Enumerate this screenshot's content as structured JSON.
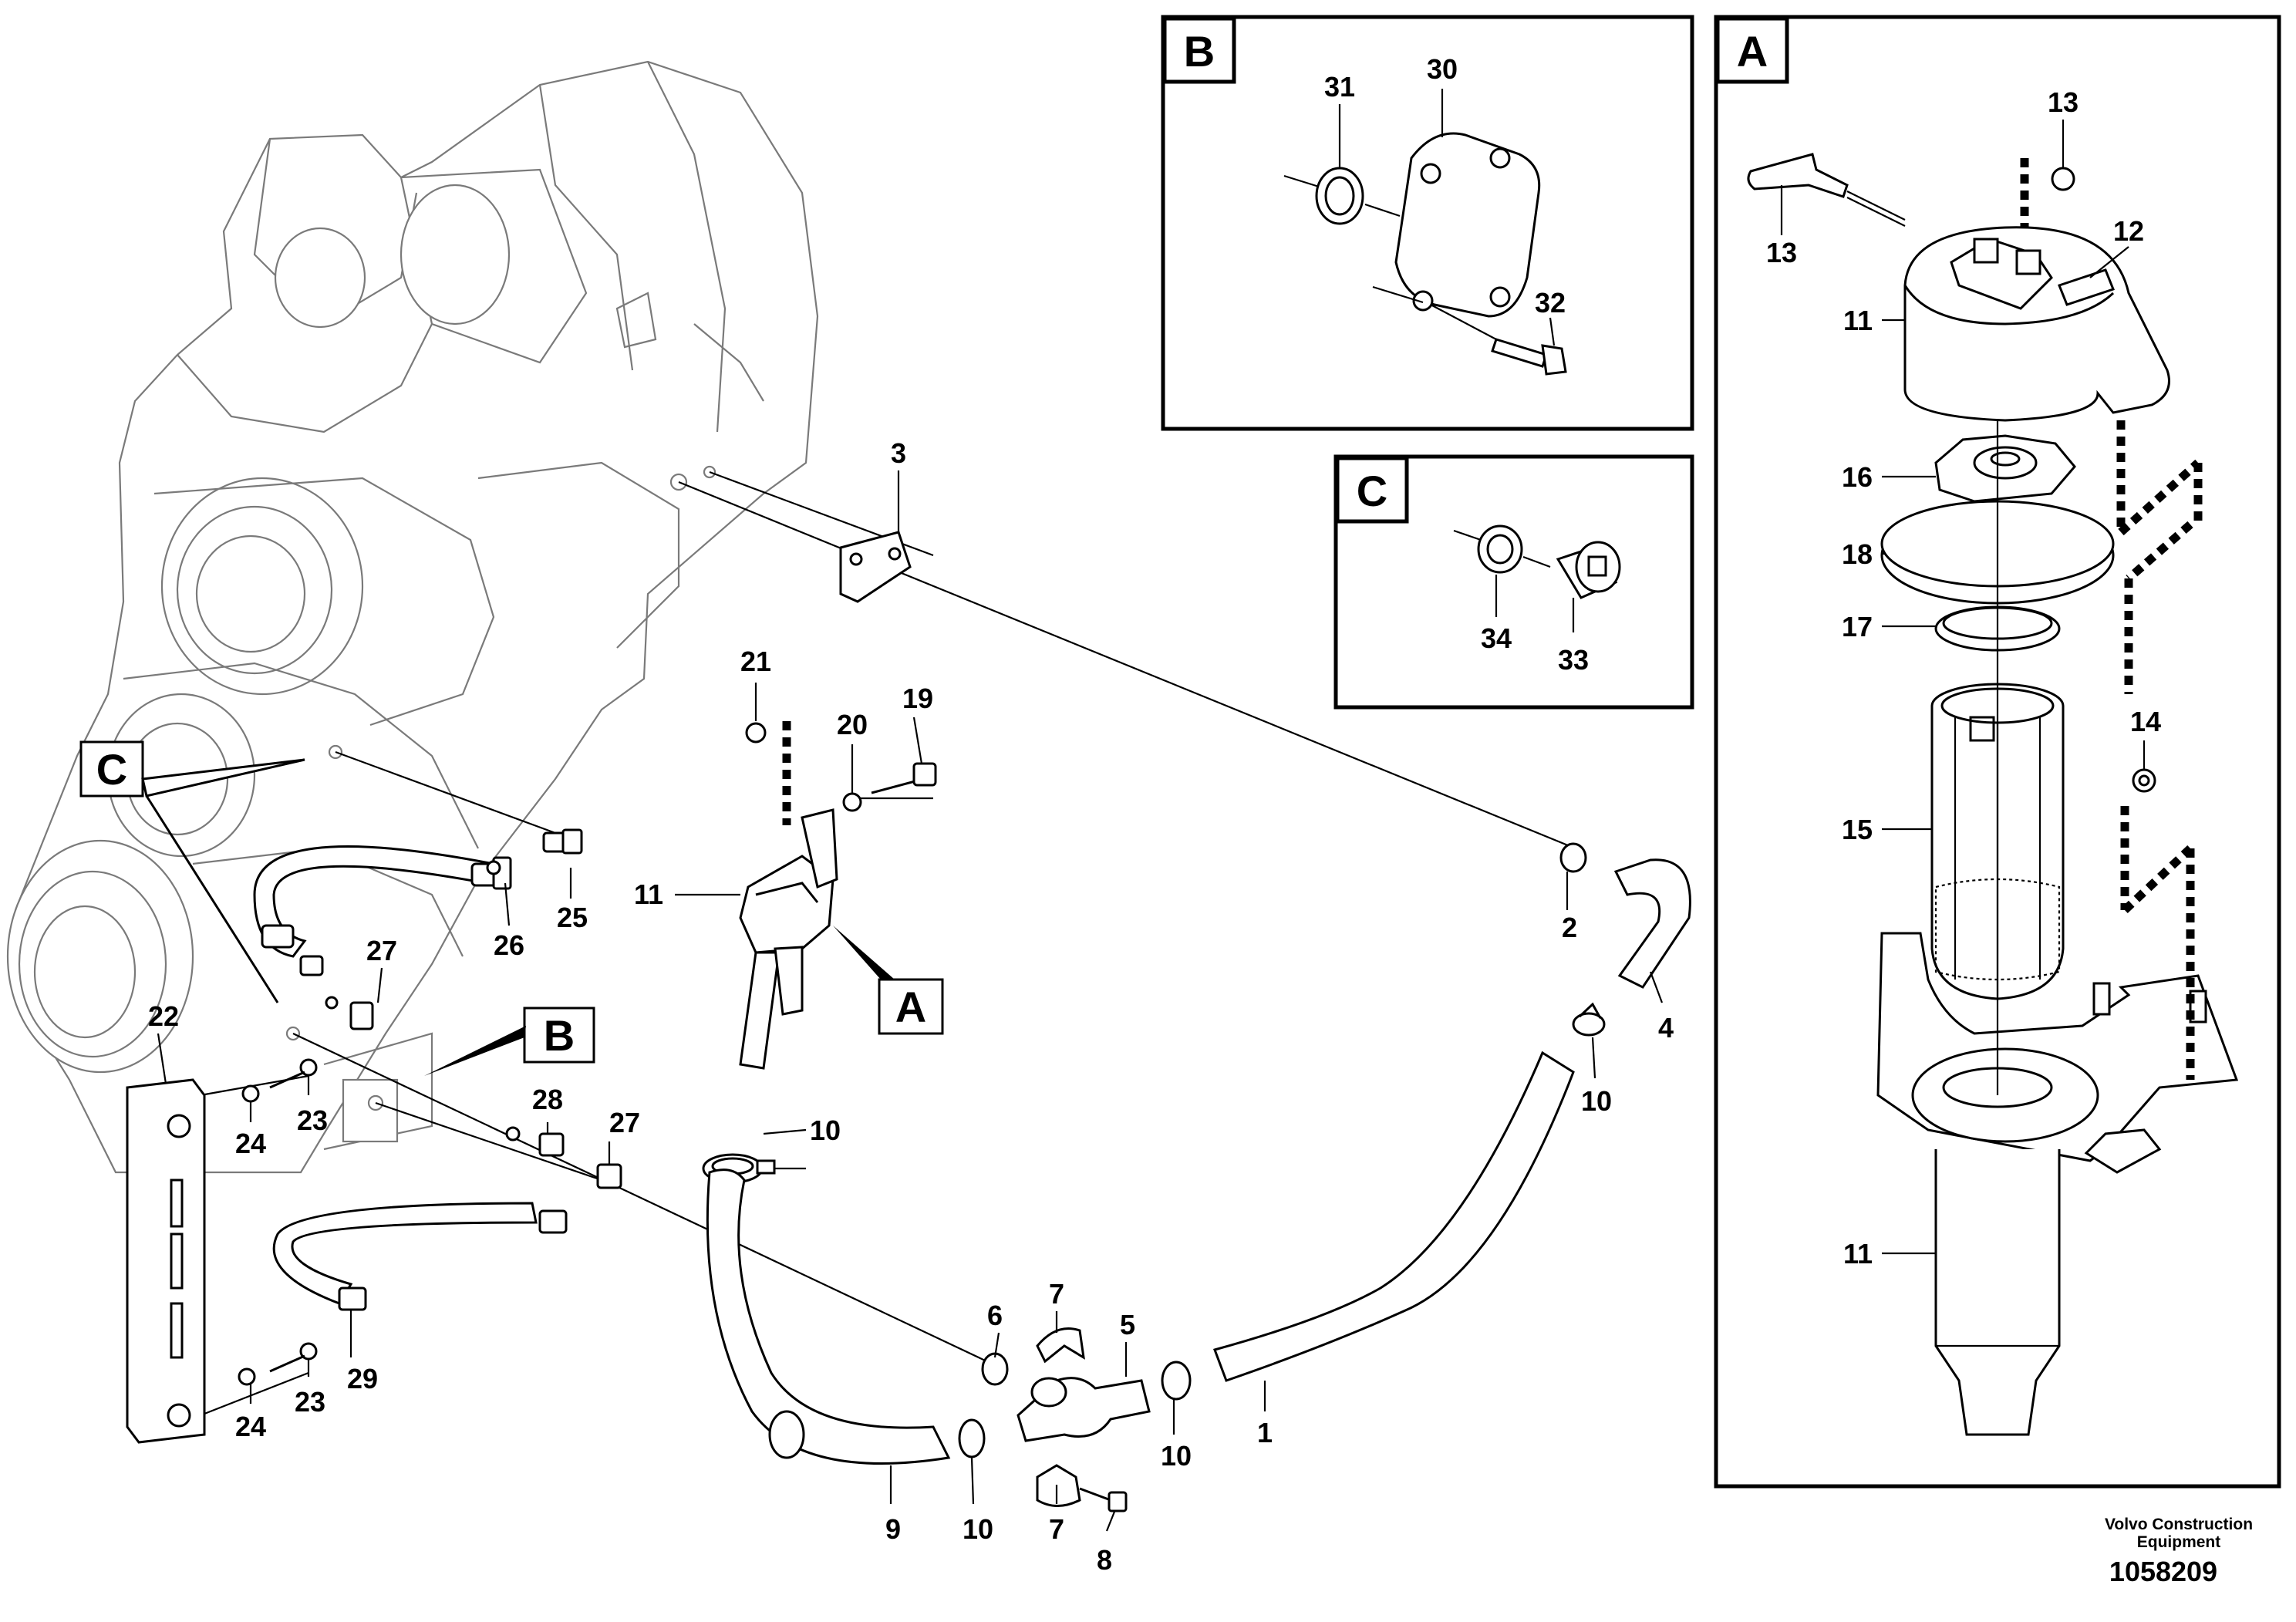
{
  "callouts": {
    "n1": "1",
    "n2": "2",
    "n3": "3",
    "n4": "4",
    "n5": "5",
    "n6": "6",
    "n7a": "7",
    "n7b": "7",
    "n8": "8",
    "n9": "9",
    "n10a": "10",
    "n10b": "10",
    "n10c": "10",
    "n10d": "10",
    "n11_main": "11",
    "n19": "19",
    "n20": "20",
    "n21": "21",
    "n22": "22",
    "n23a": "23",
    "n23b": "23",
    "n24a": "24",
    "n24b": "24",
    "n25": "25",
    "n26": "26",
    "n27a": "27",
    "n27b": "27",
    "n28": "28",
    "n29": "29"
  },
  "detail_b": {
    "letter": "B",
    "callouts": {
      "n30": "30",
      "n31": "31",
      "n32": "32"
    }
  },
  "detail_c": {
    "letter": "C",
    "callouts": {
      "n33": "33",
      "n34": "34"
    }
  },
  "detail_a": {
    "letter": "A",
    "callouts": {
      "n13a": "13",
      "n13b": "13",
      "n12": "12",
      "n11a": "11",
      "n16": "16",
      "n18": "18",
      "n17": "17",
      "n14": "14",
      "n15": "15",
      "n11b": "11"
    }
  },
  "main_flags": {
    "a": "A",
    "b": "B",
    "c": "C"
  },
  "credit": {
    "line1": "Volvo Construction",
    "line2": "Equipment",
    "doc_number": "1058209"
  }
}
